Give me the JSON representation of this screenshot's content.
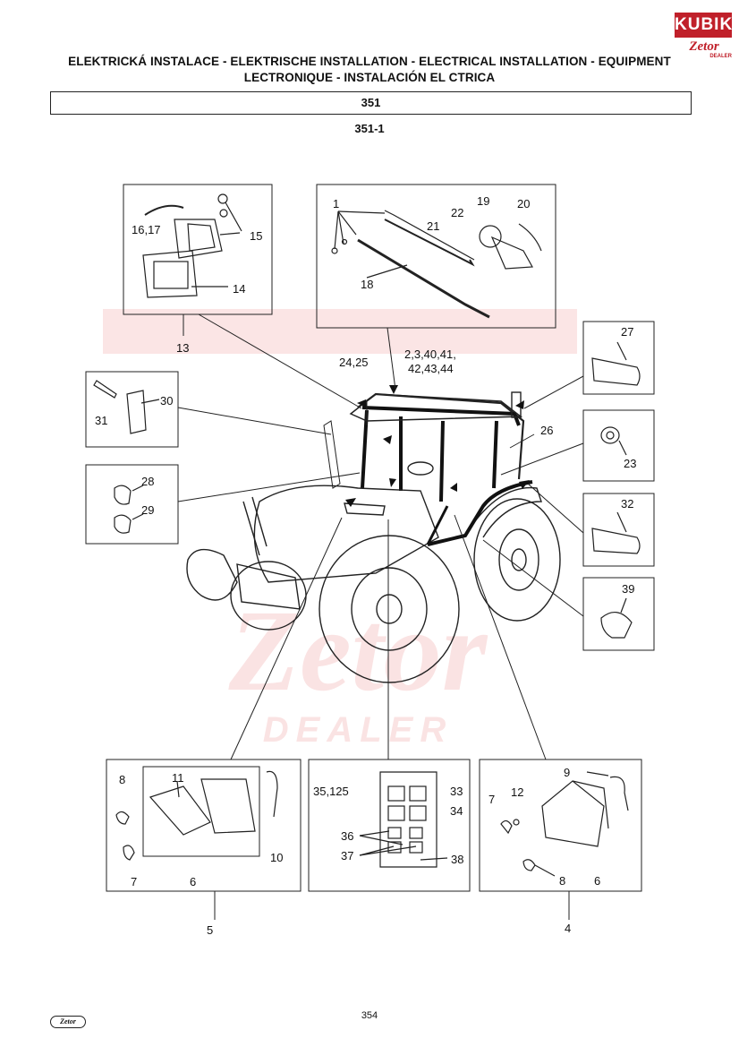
{
  "header": {
    "title_line1": "ELEKTRICKÁ INSTALACE - ELEKTRISCHE INSTALLATION - ELECTRICAL INSTALLATION - EQUIPMENT",
    "title_line2": "LECTRONIQUE - INSTALACIÓN EL  CTRICA",
    "section": "351",
    "subsection": "351-1"
  },
  "logo": {
    "brand": "KUBIK",
    "sub": "Zetor",
    "dealer": "DEALER"
  },
  "watermark": {
    "text1": "Zetor",
    "text2": "DEALER"
  },
  "callouts": {
    "c1": "1",
    "c2": "2,3,40,41,",
    "c2b": "42,43,44",
    "c4": "4",
    "c5": "5",
    "c6a": "6",
    "c6b": "6",
    "c7a": "7",
    "c7b": "7",
    "c8a": "8",
    "c8b": "8",
    "c9": "9",
    "c10": "10",
    "c11": "11",
    "c12": "12",
    "c13": "13",
    "c14": "14",
    "c15": "15",
    "c16": "16,17",
    "c18": "18",
    "c19": "19",
    "c20": "20",
    "c21": "21",
    "c22": "22",
    "c23": "23",
    "c24": "24,25",
    "c26": "26",
    "c27": "27",
    "c28": "28",
    "c29": "29",
    "c30": "30",
    "c31": "31",
    "c32": "32",
    "c33": "33",
    "c34": "34",
    "c35": "35,125",
    "c36": "36",
    "c37": "37",
    "c38": "38",
    "c39": "39"
  },
  "footer": {
    "page": "354",
    "logo": "Zetor"
  }
}
